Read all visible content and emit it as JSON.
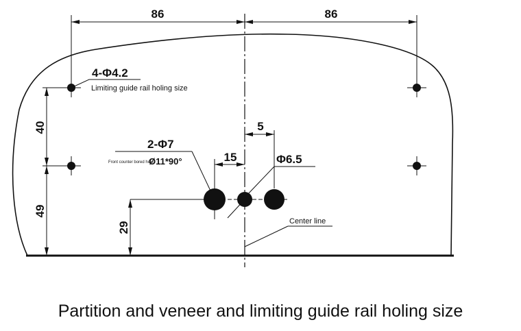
{
  "dimensions": {
    "top_left": "86",
    "top_right": "86",
    "left_upper": "40",
    "left_lower": "49",
    "bottom_offset": "29",
    "spacing_15": "15",
    "spacing_5": "5"
  },
  "callouts": {
    "guide_holes": "4-Φ4.2",
    "guide_holes_note": "Limiting guide rail holing size",
    "front_holes": "2-Φ7",
    "front_holes_note": "Front counter bored hole",
    "counterbore": "Ø11*90°",
    "large_hole": "Φ6.5",
    "center_line": "Center line"
  },
  "caption": "Partition and veneer and limiting guide rail holing size"
}
